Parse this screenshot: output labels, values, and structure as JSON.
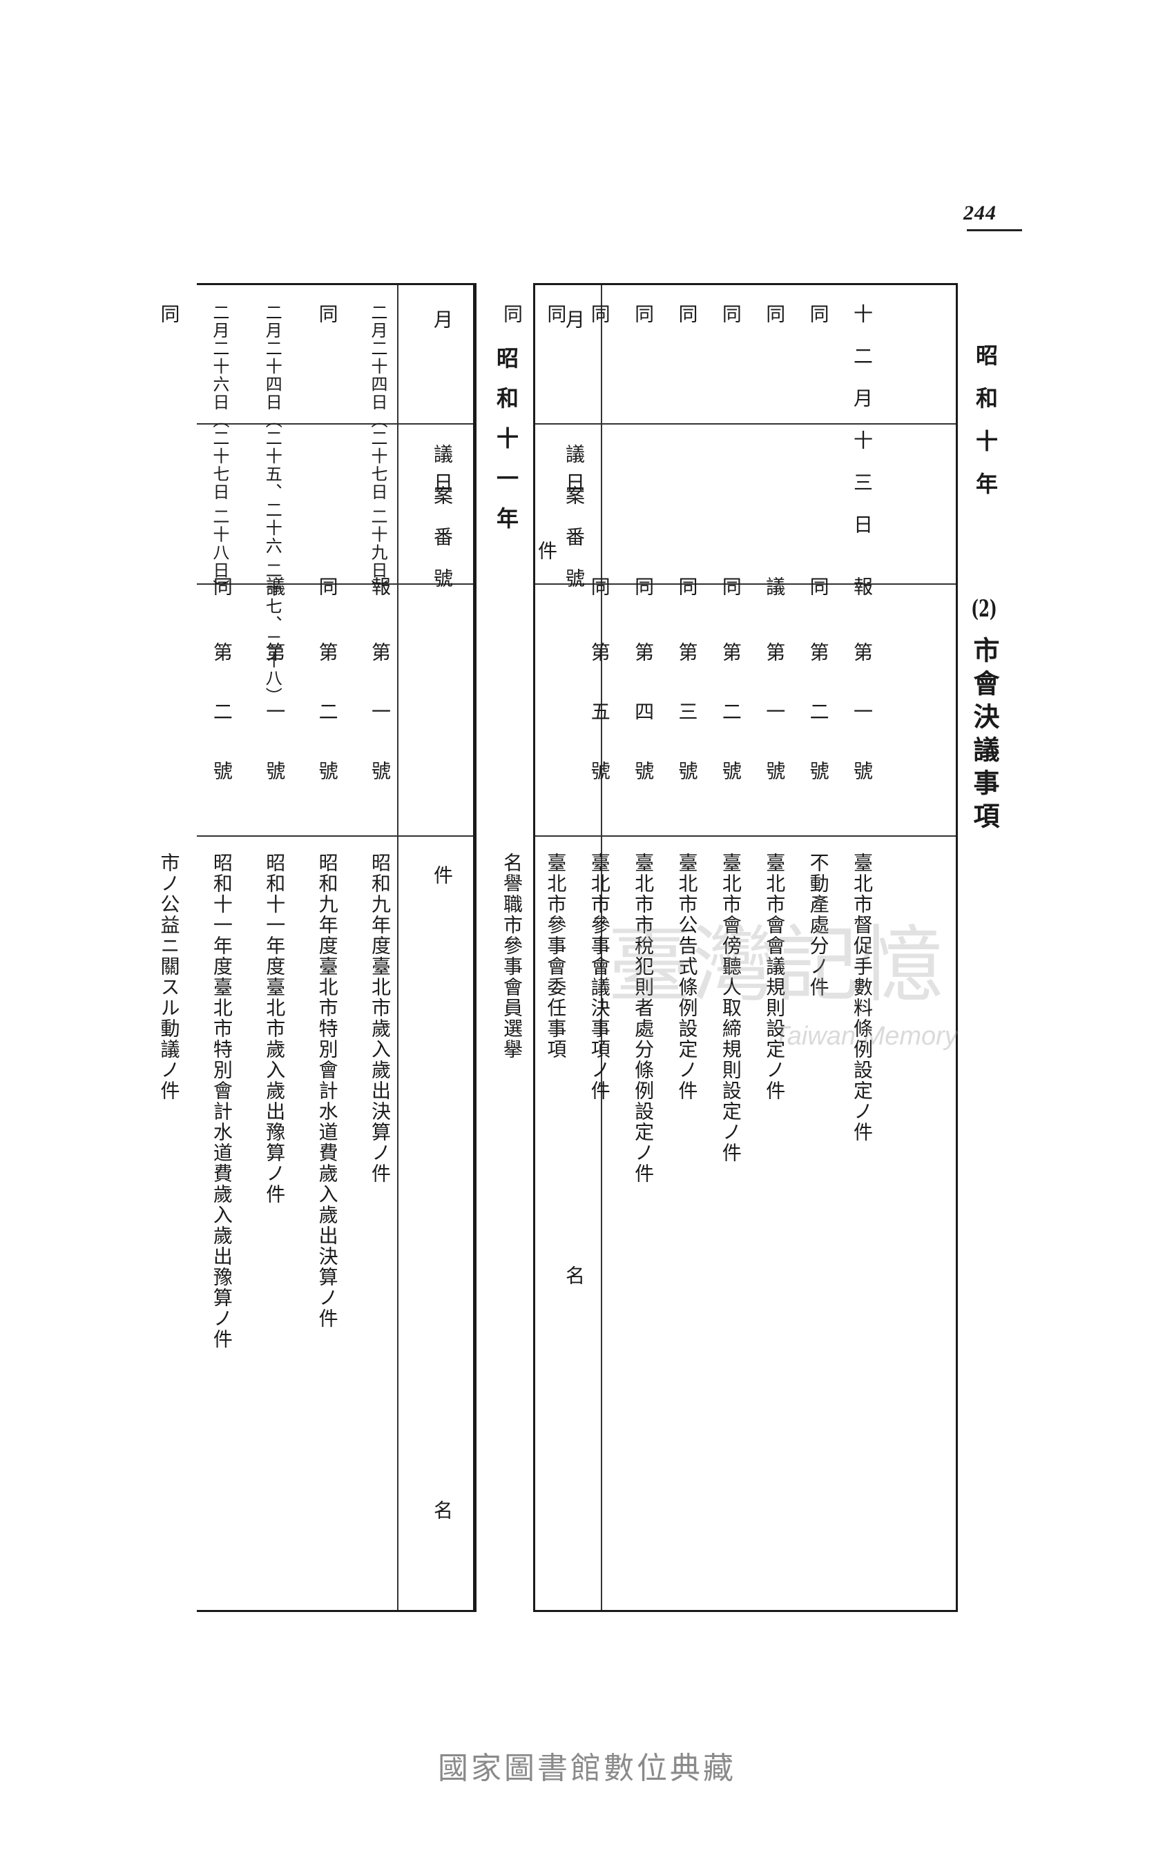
{
  "page_number": "244",
  "era_heading": "昭和十年",
  "section": {
    "number": "(2)",
    "title": "市會決議事項"
  },
  "headers": {
    "date": "月　日",
    "bill_no": "議案番號",
    "subject": "件　　名",
    "subject_char1": "件",
    "subject_char2": "名"
  },
  "table1": {
    "rows": [
      {
        "date": "十二月十三日",
        "bill_prefix": "報",
        "bill_no": "第一號",
        "subject": "臺北市督促手數料條例設定ノ件"
      },
      {
        "date": "同",
        "bill_prefix": "同",
        "bill_no": "第二號",
        "subject": "不動產處分ノ件"
      },
      {
        "date": "同",
        "bill_prefix": "議",
        "bill_no": "第一號",
        "subject": "臺北市會會議規則設定ノ件"
      },
      {
        "date": "同",
        "bill_prefix": "同",
        "bill_no": "第二號",
        "subject": "臺北市會傍聽人取締規則設定ノ件"
      },
      {
        "date": "同",
        "bill_prefix": "同",
        "bill_no": "第三號",
        "subject": "臺北市公告式條例設定ノ件"
      },
      {
        "date": "同",
        "bill_prefix": "同",
        "bill_no": "第四號",
        "subject": "臺北市市稅犯則者處分條例設定ノ件"
      },
      {
        "date": "同",
        "bill_prefix": "同",
        "bill_no": "第五號",
        "subject": "臺北市參事會議決事項ノ件"
      },
      {
        "date": "同",
        "bill_prefix": "",
        "bill_no": "",
        "subject": "臺北市參事會委任事項"
      },
      {
        "date": "同",
        "bill_prefix": "",
        "bill_no": "",
        "subject": "名譽職市參事會員選擧"
      }
    ]
  },
  "mid_heading": "昭和十一年",
  "table2": {
    "rows": [
      {
        "date": "二月二十四日（二十七日 二十九日）",
        "bill_prefix": "報",
        "bill_no": "第一號",
        "subject": "昭和九年度臺北市歲入歲出決算ノ件"
      },
      {
        "date": "同",
        "bill_prefix": "同",
        "bill_no": "第二號",
        "subject": "昭和九年度臺北市特別會計水道費歲入歲出決算ノ件"
      },
      {
        "date": "二月二十四日（二十五、二十六 二十七、二十八）",
        "bill_prefix": "議",
        "bill_no": "第一號",
        "subject": "昭和十一年度臺北市歲入歲出豫算ノ件"
      },
      {
        "date": "二月二十六日（二十七日 二十八日）",
        "bill_prefix": "同",
        "bill_no": "第二號",
        "subject": "昭和十一年度臺北市特別會計水道費歲入歲出豫算ノ件"
      },
      {
        "date": "同",
        "bill_prefix": "",
        "bill_no": "",
        "subject": "市ノ公益ニ關スル動議ノ件"
      }
    ]
  },
  "watermark": {
    "main": "臺灣記憶",
    "sub": "Taiwan Memory"
  },
  "footer": "國家圖書館數位典藏"
}
